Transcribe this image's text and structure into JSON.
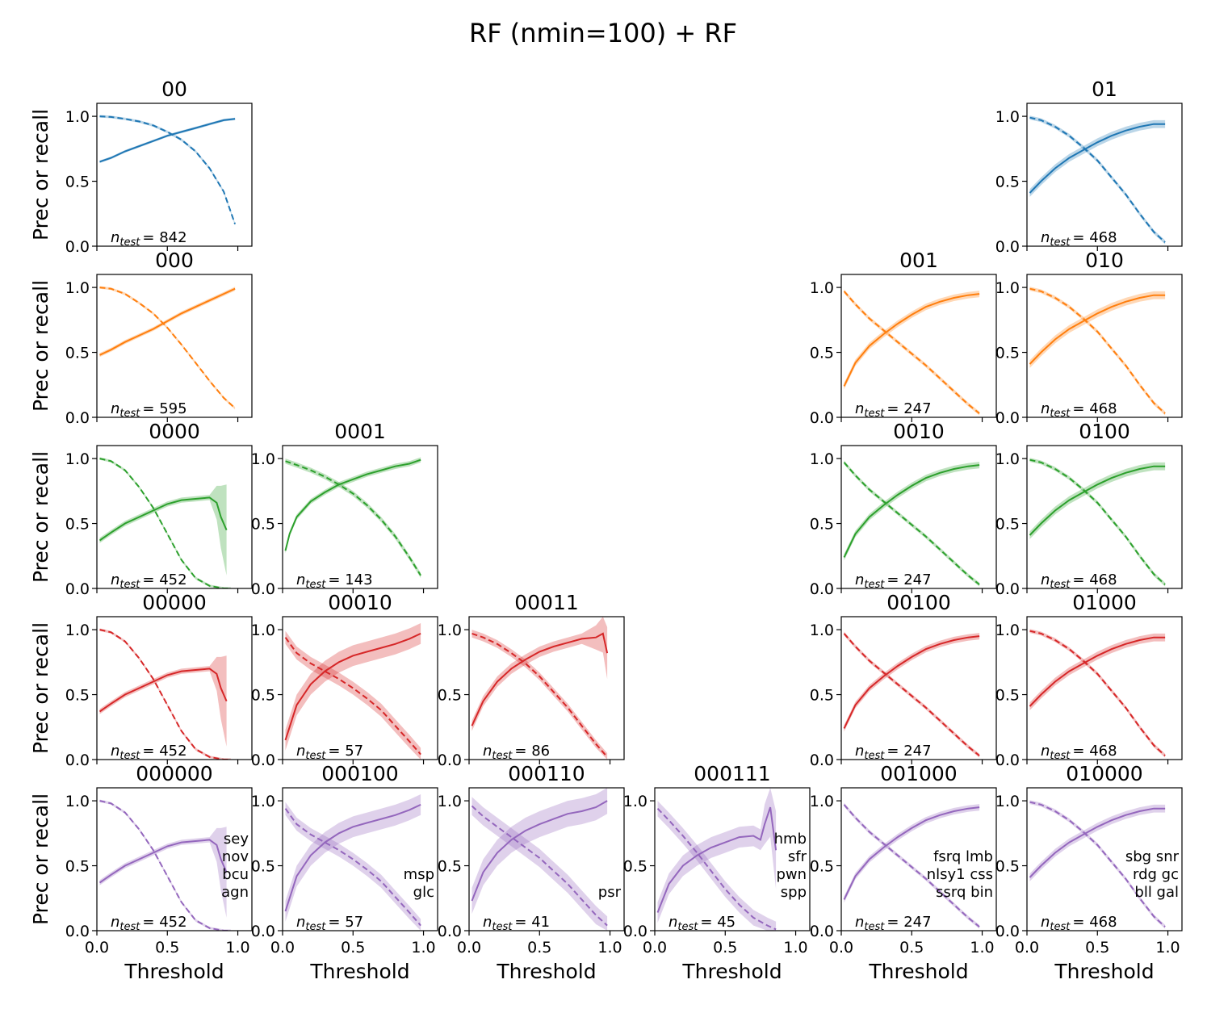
{
  "suptitle": "RF (nmin=100) + RF",
  "ylabel": "Prec or recall",
  "xlabel": "Threshold",
  "colors": {
    "blue": "#1f77b4",
    "orange": "#ff7f0e",
    "green": "#2ca02c",
    "red": "#d62728",
    "purple": "#9467bd",
    "light_blue": "#58a6d8"
  },
  "axis": {
    "xlim": [
      0,
      1.1
    ],
    "ylim": [
      0,
      1.1
    ],
    "xticks": [
      "0.0",
      "0.5",
      "1.0"
    ],
    "yticks": [
      "0.0",
      "0.5",
      "1.0"
    ]
  },
  "panels": [
    {
      "row": 0,
      "col": 0,
      "title": "00",
      "n_test_label": "= 842",
      "color": "blue",
      "style": "A"
    },
    {
      "row": 0,
      "col": 5,
      "title": "01",
      "n_test_label": "= 468",
      "color": "blue",
      "style": "B"
    },
    {
      "row": 1,
      "col": 0,
      "title": "000",
      "n_test_label": "= 595",
      "color": "orange",
      "style": "C"
    },
    {
      "row": 1,
      "col": 4,
      "title": "001",
      "n_test_label": "= 247",
      "color": "orange",
      "style": "D"
    },
    {
      "row": 1,
      "col": 5,
      "title": "010",
      "n_test_label": "= 468",
      "color": "orange",
      "style": "B"
    },
    {
      "row": 2,
      "col": 0,
      "title": "0000",
      "n_test_label": "= 452",
      "color": "green",
      "style": "E"
    },
    {
      "row": 2,
      "col": 1,
      "title": "0001",
      "n_test_label": "= 143",
      "color": "green",
      "style": "F"
    },
    {
      "row": 2,
      "col": 4,
      "title": "0010",
      "n_test_label": "= 247",
      "color": "green",
      "style": "D"
    },
    {
      "row": 2,
      "col": 5,
      "title": "0100",
      "n_test_label": "= 468",
      "color": "green",
      "style": "B"
    },
    {
      "row": 3,
      "col": 0,
      "title": "00000",
      "n_test_label": "= 452",
      "color": "red",
      "style": "E"
    },
    {
      "row": 3,
      "col": 1,
      "title": "00010",
      "n_test_label": "= 57",
      "color": "red",
      "style": "G"
    },
    {
      "row": 3,
      "col": 2,
      "title": "00011",
      "n_test_label": "= 86",
      "color": "red",
      "style": "H"
    },
    {
      "row": 3,
      "col": 4,
      "title": "00100",
      "n_test_label": "= 247",
      "color": "red",
      "style": "D"
    },
    {
      "row": 3,
      "col": 5,
      "title": "01000",
      "n_test_label": "= 468",
      "color": "red",
      "style": "B"
    },
    {
      "row": 4,
      "col": 0,
      "title": "000000",
      "n_test_label": "= 452",
      "color": "purple",
      "style": "E",
      "classes": [
        "sey",
        "nov",
        "bcu",
        "agn"
      ]
    },
    {
      "row": 4,
      "col": 1,
      "title": "000100",
      "n_test_label": "= 57",
      "color": "purple",
      "style": "G",
      "classes": [
        "msp",
        "glc"
      ]
    },
    {
      "row": 4,
      "col": 2,
      "title": "000110",
      "n_test_label": "= 41",
      "color": "purple",
      "style": "I",
      "classes": [
        "psr"
      ]
    },
    {
      "row": 4,
      "col": 3,
      "title": "000111",
      "n_test_label": "= 45",
      "color": "purple",
      "style": "J",
      "classes": [
        "hmb",
        "sfr",
        "pwn",
        "spp"
      ]
    },
    {
      "row": 4,
      "col": 4,
      "title": "001000",
      "n_test_label": "= 247",
      "color": "purple",
      "style": "D",
      "classes": [
        "fsrq lmb",
        "nlsy1 css",
        "ssrq bin"
      ]
    },
    {
      "row": 4,
      "col": 5,
      "title": "010000",
      "n_test_label": "= 468",
      "color": "purple",
      "style": "B",
      "classes": [
        "sbg snr",
        "rdg gc",
        "bll gal"
      ]
    }
  ],
  "chart_data": {
    "type": "line",
    "title": "RF (nmin=100) + RF",
    "xlabel": "Threshold",
    "ylabel": "Prec or recall",
    "xlim": [
      0,
      1.1
    ],
    "ylim": [
      0,
      1.1
    ],
    "curve_shapes": {
      "A": {
        "precision": {
          "x": [
            0.02,
            0.1,
            0.2,
            0.3,
            0.4,
            0.5,
            0.6,
            0.7,
            0.8,
            0.9,
            0.98
          ],
          "y": [
            0.65,
            0.68,
            0.73,
            0.77,
            0.81,
            0.85,
            0.88,
            0.91,
            0.94,
            0.97,
            0.98
          ],
          "band": 0.01
        },
        "recall": {
          "x": [
            0.02,
            0.1,
            0.2,
            0.3,
            0.4,
            0.5,
            0.6,
            0.7,
            0.8,
            0.9,
            0.98
          ],
          "y": [
            1.0,
            0.995,
            0.98,
            0.96,
            0.93,
            0.88,
            0.82,
            0.73,
            0.6,
            0.42,
            0.17
          ],
          "band": 0.01
        }
      },
      "B": {
        "precision": {
          "x": [
            0.02,
            0.1,
            0.2,
            0.3,
            0.4,
            0.5,
            0.6,
            0.7,
            0.8,
            0.9,
            0.98
          ],
          "y": [
            0.41,
            0.5,
            0.6,
            0.68,
            0.74,
            0.8,
            0.85,
            0.89,
            0.92,
            0.94,
            0.94
          ],
          "band": 0.03
        },
        "recall": {
          "x": [
            0.02,
            0.1,
            0.2,
            0.3,
            0.4,
            0.5,
            0.6,
            0.7,
            0.8,
            0.9,
            0.98
          ],
          "y": [
            0.99,
            0.97,
            0.92,
            0.85,
            0.76,
            0.66,
            0.53,
            0.4,
            0.25,
            0.11,
            0.03
          ],
          "band": 0.015
        }
      },
      "C": {
        "precision": {
          "x": [
            0.02,
            0.1,
            0.2,
            0.3,
            0.4,
            0.5,
            0.6,
            0.7,
            0.8,
            0.9,
            0.98
          ],
          "y": [
            0.48,
            0.52,
            0.58,
            0.63,
            0.68,
            0.74,
            0.8,
            0.85,
            0.9,
            0.95,
            0.99
          ],
          "band": 0.015
        },
        "recall": {
          "x": [
            0.02,
            0.1,
            0.2,
            0.3,
            0.4,
            0.5,
            0.6,
            0.7,
            0.8,
            0.9,
            0.98
          ],
          "y": [
            1.0,
            0.99,
            0.95,
            0.88,
            0.8,
            0.69,
            0.56,
            0.42,
            0.28,
            0.15,
            0.07
          ],
          "band": 0.01
        }
      },
      "D": {
        "precision": {
          "x": [
            0.02,
            0.1,
            0.2,
            0.3,
            0.4,
            0.5,
            0.6,
            0.7,
            0.8,
            0.9,
            0.98
          ],
          "y": [
            0.24,
            0.42,
            0.55,
            0.64,
            0.72,
            0.79,
            0.85,
            0.89,
            0.92,
            0.94,
            0.95
          ],
          "band": 0.025
        },
        "recall": {
          "x": [
            0.02,
            0.1,
            0.2,
            0.3,
            0.4,
            0.5,
            0.6,
            0.7,
            0.8,
            0.9,
            0.98
          ],
          "y": [
            0.97,
            0.87,
            0.76,
            0.67,
            0.58,
            0.49,
            0.4,
            0.3,
            0.2,
            0.1,
            0.03
          ],
          "band": 0.015
        }
      },
      "E": {
        "precision": {
          "x": [
            0.02,
            0.1,
            0.2,
            0.3,
            0.4,
            0.5,
            0.6,
            0.7,
            0.8,
            0.85,
            0.88,
            0.92
          ],
          "y": [
            0.37,
            0.43,
            0.5,
            0.55,
            0.6,
            0.65,
            0.68,
            0.69,
            0.7,
            0.66,
            0.55,
            0.45
          ],
          "band": 0.02,
          "band_end": 0.35
        },
        "recall": {
          "x": [
            0.02,
            0.1,
            0.2,
            0.3,
            0.4,
            0.5,
            0.6,
            0.7,
            0.8,
            0.9,
            0.95
          ],
          "y": [
            1.0,
            0.98,
            0.91,
            0.78,
            0.62,
            0.42,
            0.22,
            0.08,
            0.02,
            0.0,
            0.0
          ],
          "band": 0.01
        }
      },
      "F": {
        "precision": {
          "x": [
            0.02,
            0.05,
            0.1,
            0.2,
            0.3,
            0.4,
            0.5,
            0.6,
            0.7,
            0.8,
            0.9,
            0.98
          ],
          "y": [
            0.29,
            0.42,
            0.55,
            0.67,
            0.74,
            0.8,
            0.84,
            0.88,
            0.91,
            0.94,
            0.96,
            0.99
          ],
          "band": 0.02
        },
        "recall": {
          "x": [
            0.02,
            0.1,
            0.2,
            0.3,
            0.4,
            0.5,
            0.6,
            0.7,
            0.8,
            0.9,
            0.98
          ],
          "y": [
            0.98,
            0.95,
            0.91,
            0.86,
            0.8,
            0.73,
            0.64,
            0.53,
            0.4,
            0.24,
            0.1
          ],
          "band": 0.02
        }
      },
      "G": {
        "precision": {
          "x": [
            0.02,
            0.1,
            0.2,
            0.3,
            0.4,
            0.5,
            0.6,
            0.7,
            0.8,
            0.9,
            0.98
          ],
          "y": [
            0.15,
            0.42,
            0.58,
            0.68,
            0.75,
            0.8,
            0.83,
            0.86,
            0.89,
            0.93,
            0.97
          ],
          "band": 0.08
        },
        "recall": {
          "x": [
            0.02,
            0.1,
            0.2,
            0.3,
            0.4,
            0.5,
            0.6,
            0.7,
            0.8,
            0.9,
            0.98
          ],
          "y": [
            0.94,
            0.82,
            0.74,
            0.68,
            0.62,
            0.55,
            0.47,
            0.38,
            0.26,
            0.14,
            0.04
          ],
          "band": 0.05
        }
      },
      "H": {
        "precision": {
          "x": [
            0.02,
            0.1,
            0.2,
            0.3,
            0.4,
            0.5,
            0.6,
            0.7,
            0.8,
            0.9,
            0.95,
            0.98
          ],
          "y": [
            0.26,
            0.45,
            0.6,
            0.7,
            0.77,
            0.83,
            0.87,
            0.9,
            0.93,
            0.94,
            0.97,
            0.82
          ],
          "band": 0.04,
          "band_end": 0.2
        },
        "recall": {
          "x": [
            0.02,
            0.1,
            0.2,
            0.3,
            0.4,
            0.5,
            0.6,
            0.7,
            0.8,
            0.9,
            0.98
          ],
          "y": [
            0.97,
            0.94,
            0.89,
            0.82,
            0.74,
            0.64,
            0.52,
            0.4,
            0.26,
            0.12,
            0.02
          ],
          "band": 0.03
        }
      },
      "I": {
        "precision": {
          "x": [
            0.02,
            0.1,
            0.2,
            0.3,
            0.4,
            0.5,
            0.6,
            0.7,
            0.8,
            0.9,
            0.98
          ],
          "y": [
            0.23,
            0.45,
            0.6,
            0.7,
            0.77,
            0.82,
            0.86,
            0.9,
            0.92,
            0.95,
            1.0
          ],
          "band": 0.1
        },
        "recall": {
          "x": [
            0.02,
            0.1,
            0.2,
            0.3,
            0.4,
            0.5,
            0.6,
            0.7,
            0.8,
            0.9,
            0.98
          ],
          "y": [
            0.96,
            0.88,
            0.8,
            0.72,
            0.64,
            0.56,
            0.46,
            0.36,
            0.24,
            0.12,
            0.04
          ],
          "band": 0.07
        }
      },
      "J": {
        "precision": {
          "x": [
            0.02,
            0.1,
            0.2,
            0.3,
            0.4,
            0.5,
            0.6,
            0.7,
            0.75,
            0.78,
            0.82,
            0.86
          ],
          "y": [
            0.14,
            0.36,
            0.5,
            0.58,
            0.64,
            0.68,
            0.72,
            0.73,
            0.7,
            0.82,
            0.95,
            0.62
          ],
          "band": 0.08,
          "band_end": 0.3
        },
        "recall": {
          "x": [
            0.02,
            0.1,
            0.2,
            0.3,
            0.4,
            0.5,
            0.6,
            0.7,
            0.8,
            0.86
          ],
          "y": [
            0.94,
            0.85,
            0.73,
            0.6,
            0.46,
            0.32,
            0.2,
            0.1,
            0.04,
            0.01
          ],
          "band": 0.06
        }
      }
    }
  }
}
